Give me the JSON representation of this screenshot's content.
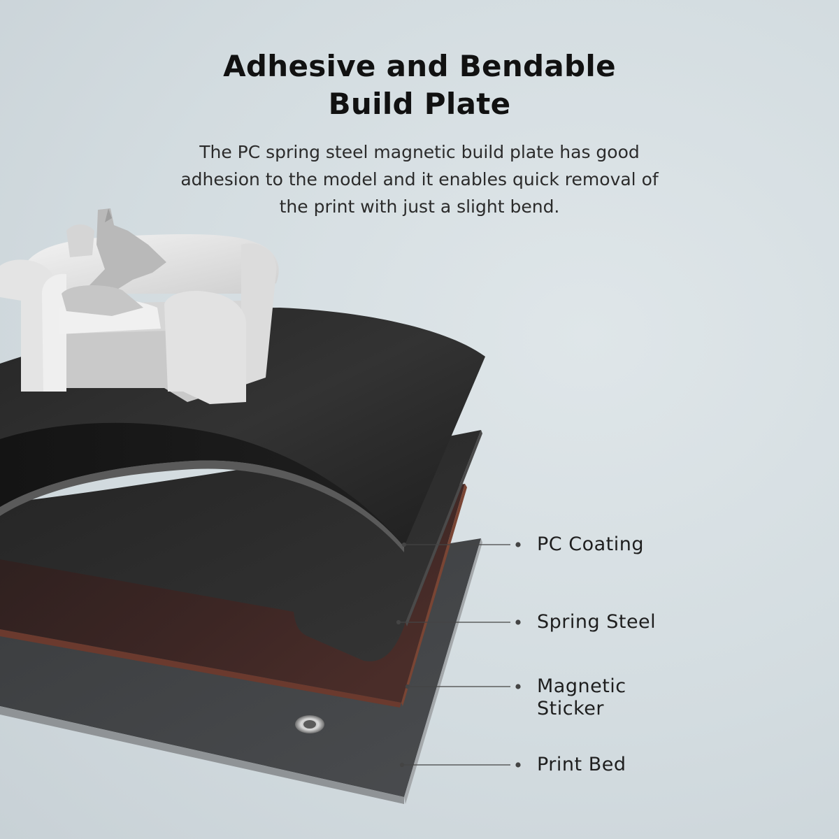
{
  "headline": {
    "line1": "Adhesive and Bendable",
    "line2": "Build Plate"
  },
  "description": {
    "line1": "The PC spring steel magnetic build plate has good",
    "line2": "adhesion to the model and it enables quick removal of",
    "line3": "the print with just a slight bend."
  },
  "layers": [
    {
      "label": "PC Coating"
    },
    {
      "label": "Spring Steel"
    },
    {
      "label_line1": "Magnetic",
      "label_line2": "Sticker"
    },
    {
      "label": "Print Bed"
    }
  ],
  "colors": {
    "pc_coating": "#1b1b1b",
    "spring_steel": "#2a2a2a",
    "magnetic_sticker": "#3a2523",
    "print_bed": "#3c3e40",
    "print_model": "#e8e8e8"
  }
}
